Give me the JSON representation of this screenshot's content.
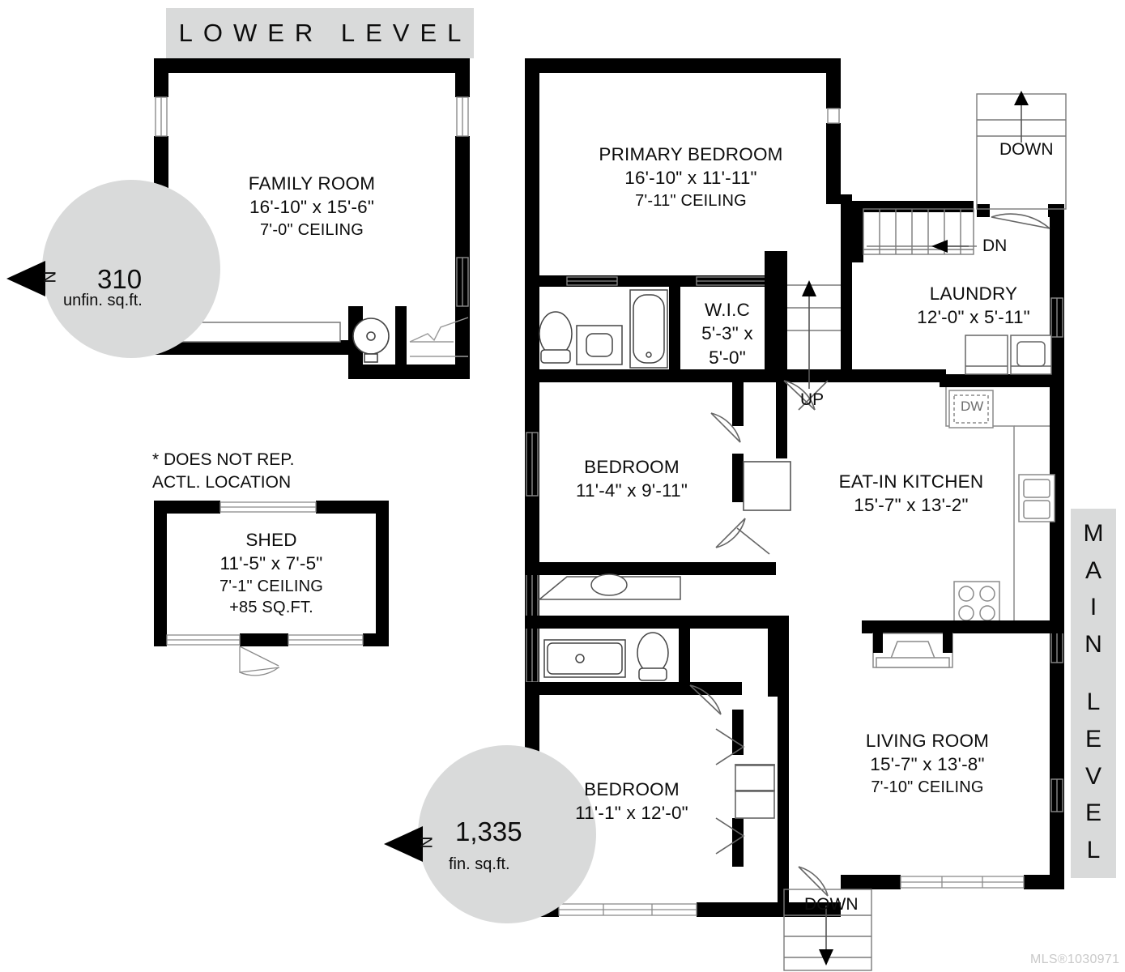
{
  "banners": {
    "lower_level": "LOWER LEVEL",
    "main_level_letters": [
      "M",
      "A",
      "I",
      "N",
      "L",
      "E",
      "V",
      "E",
      "L"
    ],
    "main_level": "MAIN LEVEL"
  },
  "badges": {
    "unfinished": {
      "value": "310",
      "unit": "unfin. sq.ft.",
      "compass": "N"
    },
    "finished": {
      "value": "1,335",
      "unit": "fin. sq.ft.",
      "compass": "N"
    }
  },
  "notes": {
    "shed_disclaimer": "* DOES NOT REP.\nACTL. LOCATION"
  },
  "rooms": {
    "family_room": {
      "name": "FAMILY ROOM",
      "dimensions": "16'-10\" x 15'-6\"",
      "ceiling": "7'-0\" CEILING"
    },
    "shed": {
      "name": "SHED",
      "dimensions": "11'-5\" x 7'-5\"",
      "ceiling": "7'-1\" CEILING",
      "area": "+85 SQ.FT."
    },
    "primary_bedroom": {
      "name": "PRIMARY BEDROOM",
      "dimensions": "16'-10\" x 11'-11\"",
      "ceiling": "7'-11\" CEILING"
    },
    "wic": {
      "name": "W.I.C",
      "dimensions_line1": "5'-3\" x",
      "dimensions_line2": "5'-0\""
    },
    "laundry": {
      "name": "LAUNDRY",
      "dimensions": "12'-0\" x 5'-11\""
    },
    "eat_in_kitchen": {
      "name": "EAT-IN KITCHEN",
      "dimensions": "15'-7\" x 13'-2\""
    },
    "bedroom_2": {
      "name": "BEDROOM",
      "dimensions": "11'-4\" x 9'-11\""
    },
    "bedroom_3": {
      "name": "BEDROOM",
      "dimensions": "11'-1\" x 12'-0\""
    },
    "living_room": {
      "name": "LIVING ROOM",
      "dimensions": "15'-7\" x 13'-8\"",
      "ceiling": "7'-10\" CEILING"
    }
  },
  "stairs": {
    "up_primary": "UP",
    "down_top_right": "DOWN",
    "dn_laundry": "DN",
    "down_bottom": "DOWN"
  },
  "appliances": {
    "dishwasher": "DW"
  },
  "watermark": "MLS®1030971",
  "colors": {
    "wall": "#000000",
    "banner_bg": "#d9dada",
    "badge_bg": "#d9dada",
    "fixture_line": "#444444",
    "watermark": "#c9c9c9"
  }
}
